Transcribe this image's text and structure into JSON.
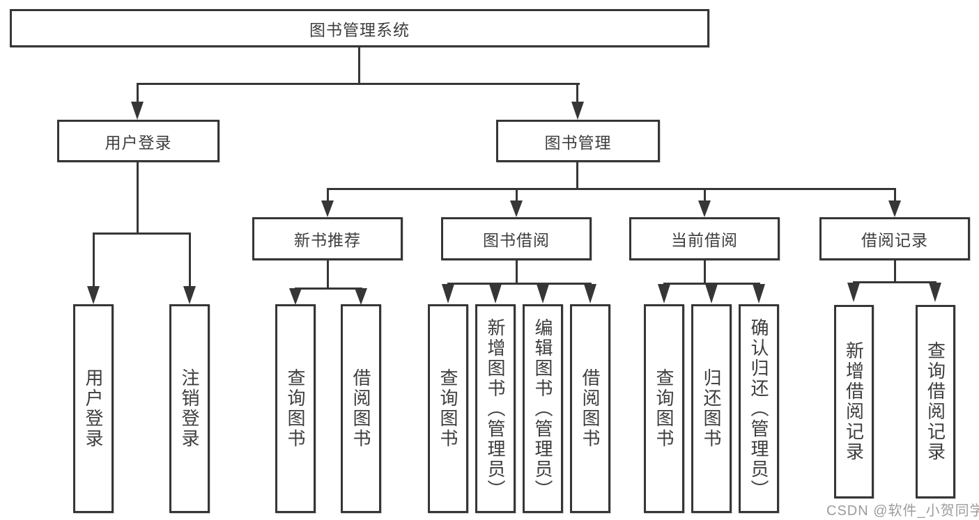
{
  "diagram": {
    "title": "图书管理系统",
    "root": {
      "label": "图书管理系统"
    },
    "level2": [
      {
        "id": "user-login",
        "label": "用户登录"
      },
      {
        "id": "book-management",
        "label": "图书管理"
      }
    ],
    "level3": [
      {
        "id": "new-book-recommend",
        "label": "新书推荐"
      },
      {
        "id": "book-borrow",
        "label": "图书借阅"
      },
      {
        "id": "current-borrow",
        "label": "当前借阅"
      },
      {
        "id": "borrow-records",
        "label": "借阅记录"
      }
    ],
    "leaves": {
      "user_login": [
        {
          "label": "用户登录"
        },
        {
          "label": "注销登录"
        }
      ],
      "new_book": [
        {
          "label": "查询图书"
        },
        {
          "label": "借阅图书"
        }
      ],
      "book_borrow": [
        {
          "label": "查询图书"
        },
        {
          "label": "新增图书（管理员）"
        },
        {
          "label": "编辑图书（管理员）"
        },
        {
          "label": "借阅图书"
        }
      ],
      "current_borrow": [
        {
          "label": "查询图书"
        },
        {
          "label": "归还图书"
        },
        {
          "label": "确认归还（管理员）"
        }
      ],
      "borrow_records": [
        {
          "label": "新增借阅记录"
        },
        {
          "label": "查询借阅记录"
        }
      ]
    },
    "watermark": "CSDN @软件_小贺同学",
    "colors": {
      "line": "#363636",
      "text": "#3d3d3d",
      "background": "#ffffff",
      "watermark": "#949494"
    }
  }
}
